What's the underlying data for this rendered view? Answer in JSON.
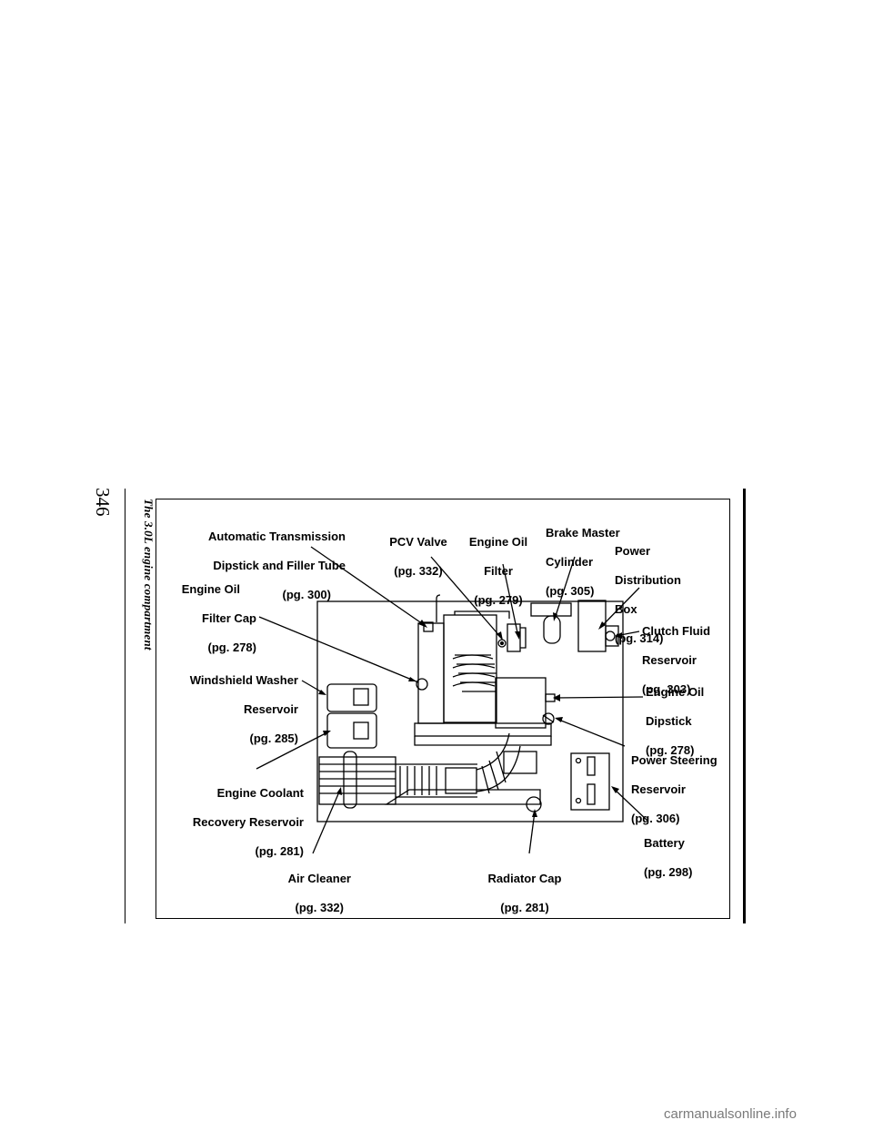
{
  "page": {
    "number": "346",
    "caption": "The 3.0L engine compartment"
  },
  "labels": {
    "automatic_transmission": [
      "Automatic Transmission",
      "Dipstick and Filler Tube",
      "(pg. 300)"
    ],
    "pcv_valve": [
      "PCV Valve",
      "(pg. 332)"
    ],
    "engine_oil_filter": [
      "Engine Oil",
      "Filter",
      "(pg. 279)"
    ],
    "brake_master_cylinder": [
      "Brake Master",
      "Cylinder",
      "(pg. 305)"
    ],
    "power_distribution_box": [
      "Power",
      "Distribution",
      "Box",
      "(pg. 314)"
    ],
    "engine_oil_filter_cap": [
      "Engine Oil",
      "Filter Cap",
      "(pg. 278)"
    ],
    "clutch_fluid_reservoir": [
      "Clutch Fluid",
      "Reservoir",
      "(pg. 303)"
    ],
    "windshield_washer_reservoir": [
      "Windshield Washer",
      "Reservoir",
      "(pg. 285)"
    ],
    "engine_oil_dipstick": [
      "Engine Oil",
      "Dipstick",
      "(pg. 278)"
    ],
    "power_steering_reservoir": [
      "Power Steering",
      "Reservoir",
      "(pg. 306)"
    ],
    "engine_coolant_reservoir": [
      "Engine Coolant",
      "Recovery Reservoir",
      "(pg. 281)"
    ],
    "battery": [
      "Battery",
      "(pg. 298)"
    ],
    "air_cleaner": [
      "Air Cleaner",
      "(pg. 332)"
    ],
    "radiator_cap": [
      "Radiator Cap",
      "(pg. 281)"
    ]
  },
  "watermark": "carmanualsonline.info"
}
